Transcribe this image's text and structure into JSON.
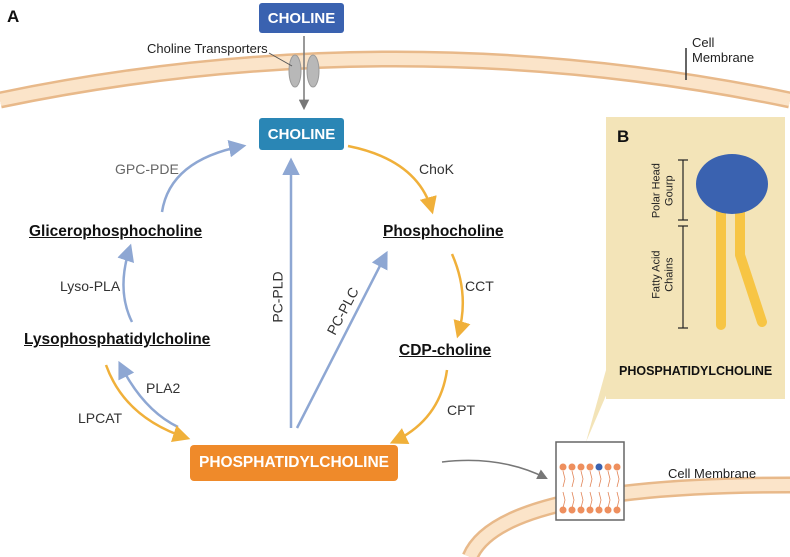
{
  "panel_a": "A",
  "panel_b": "B",
  "choline_top": "CHOLINE",
  "choline_transporters": "Choline Transporters",
  "cell_membrane_top": "Cell\nMembrane",
  "choline_main": "CHOLINE",
  "gpc_pde": "GPC-PDE",
  "chok": "ChoK",
  "glicerophosphocholine": "Glicerophosphocholine",
  "phosphocholine": "Phosphocholine",
  "lyso_pla": "Lyso-PLA",
  "pc_pld": "PC-PLD",
  "pc_plc": "PC-PLC",
  "cct": "CCT",
  "lysophosphatidylcholine": "Lysophosphatidylcholine",
  "cdp_choline": "CDP-choline",
  "pla2": "PLA2",
  "lpcat": "LPCAT",
  "cpt": "CPT",
  "phosphatidylcholine_main": "PHOSPHATIDYLCHOLINE",
  "cell_membrane_bottom": "Cell Membrane",
  "polar_head": "Polar Head\nGourp",
  "fatty_acid": "Fatty Acid\nChains",
  "phosphatidylcholine_b": "PHOSPHATIDYLCHOLINE",
  "colors": {
    "blue_box": "#3a62b0",
    "teal_box": "#2a86b5",
    "orange_box": "#ef8a2a",
    "blue_arrow": "#8ea7d3",
    "orange_arrow": "#f0b03a",
    "membrane": "#f6d3a9",
    "panel_b_bg": "#f3e4b8"
  }
}
